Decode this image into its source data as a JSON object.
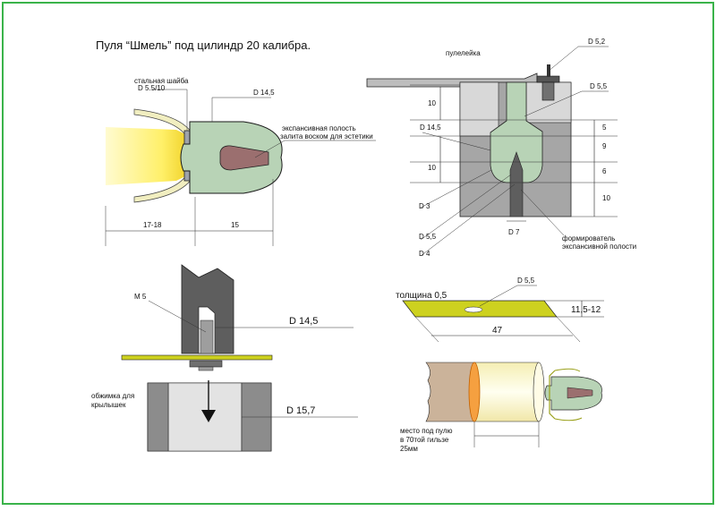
{
  "title": "Пуля “Шмель” под цилиндр 20 калибра.",
  "colors": {
    "green": "#b8d3b6",
    "mould_gray": "#a6a6a6",
    "dark_gray": "#5e5e5e",
    "brass": "#cdd11f",
    "wood": "#cbb39a",
    "accent_border": "#3ab34a"
  },
  "fig1": {
    "washer_label_1": "стальная шайба",
    "washer_label_2": "D 5.5/10",
    "diameter": "D 14,5",
    "cavity_label_1": "экспансивная полость",
    "cavity_label_2": "залита воском для эстетики",
    "dim_left": "17-18",
    "dim_right": "15"
  },
  "fig2": {
    "bullet_mould": "пулелейка",
    "d_top": "D 5,2",
    "d_cavity": "D 5,5",
    "d_body": "D 14,5",
    "d3": "D 3",
    "d55": "D 5,5",
    "d4": "D 4",
    "d7": "D 7",
    "former_1": "формирователь",
    "former_2": "экспансивной полости",
    "dim_10a": "10",
    "dim_10b": "10",
    "dim_5": "5",
    "dim_9": "9",
    "dim_6": "6",
    "dim_10c": "10"
  },
  "fig3": {
    "m5": "M 5",
    "d145": "D 14,5",
    "crimp_1": "обжимка для",
    "crimp_2": "крылышек",
    "d157": "D 15,7"
  },
  "fig4": {
    "thickness": "толщина 0,5",
    "d55": "D 5,5",
    "width": "11,5-12",
    "length": "47"
  },
  "fig5": {
    "note_1": "место под пулю",
    "note_2": "в 70той гильзе",
    "note_3": "25мм"
  }
}
